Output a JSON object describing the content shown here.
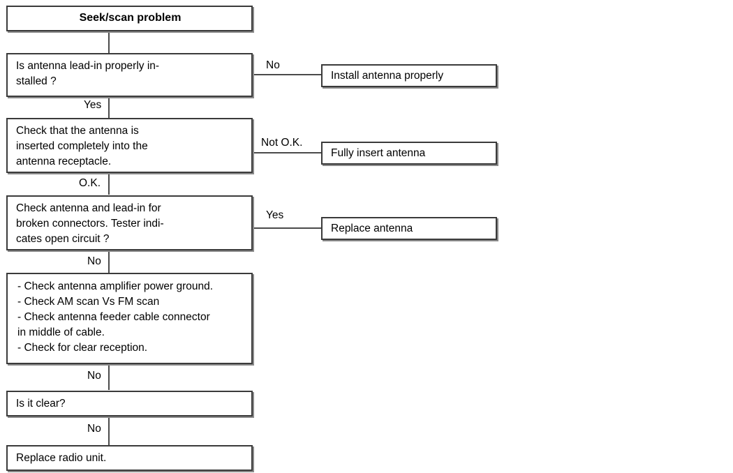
{
  "diagram": {
    "type": "flowchart",
    "title": "Seek/scan problem",
    "nodes": [
      {
        "id": "start",
        "label": "Seek/scan problem"
      },
      {
        "id": "lead_in",
        "label": "Is antenna lead-in properly in-\nstalled ?"
      },
      {
        "id": "install",
        "label": "Install antenna properly"
      },
      {
        "id": "inserted",
        "label": "Check that the antenna is\ninserted completely into the\nantenna receptacle."
      },
      {
        "id": "fully_insert",
        "label": "Fully insert antenna"
      },
      {
        "id": "broken",
        "label": "Check antenna and lead-in for\nbroken connectors. Tester indi-\ncates open circuit ?"
      },
      {
        "id": "replace_ant",
        "label": "Replace antenna"
      },
      {
        "id": "checks",
        "label": "- Check antenna amplifier power ground.\n- Check AM scan Vs FM scan\n- Check antenna feeder cable connector\n   in middle of cable.\n- Check for clear reception."
      },
      {
        "id": "is_clear",
        "label": "Is it clear?"
      },
      {
        "id": "replace_radio",
        "label": "Replace radio unit."
      }
    ],
    "edges": [
      {
        "id": "e_start_leadin",
        "from": "start",
        "to": "lead_in",
        "label": ""
      },
      {
        "id": "e_leadin_no",
        "from": "lead_in",
        "to": "install",
        "label": "No"
      },
      {
        "id": "e_leadin_yes",
        "from": "lead_in",
        "to": "inserted",
        "label": "Yes"
      },
      {
        "id": "e_inserted_notok",
        "from": "inserted",
        "to": "fully_insert",
        "label": "Not O.K."
      },
      {
        "id": "e_inserted_ok",
        "from": "inserted",
        "to": "broken",
        "label": "O.K."
      },
      {
        "id": "e_broken_yes",
        "from": "broken",
        "to": "replace_ant",
        "label": "Yes"
      },
      {
        "id": "e_broken_no",
        "from": "broken",
        "to": "checks",
        "label": "No"
      },
      {
        "id": "e_checks_no",
        "from": "checks",
        "to": "is_clear",
        "label": "No"
      },
      {
        "id": "e_isclear_no",
        "from": "is_clear",
        "to": "replace_radio",
        "label": "No"
      }
    ],
    "colors": {
      "background": "#ffffff",
      "box_border": "#3a3a3a",
      "box_shadow": "#8a8a8a",
      "connector": "#4a4a4a",
      "text": "#000000"
    }
  }
}
